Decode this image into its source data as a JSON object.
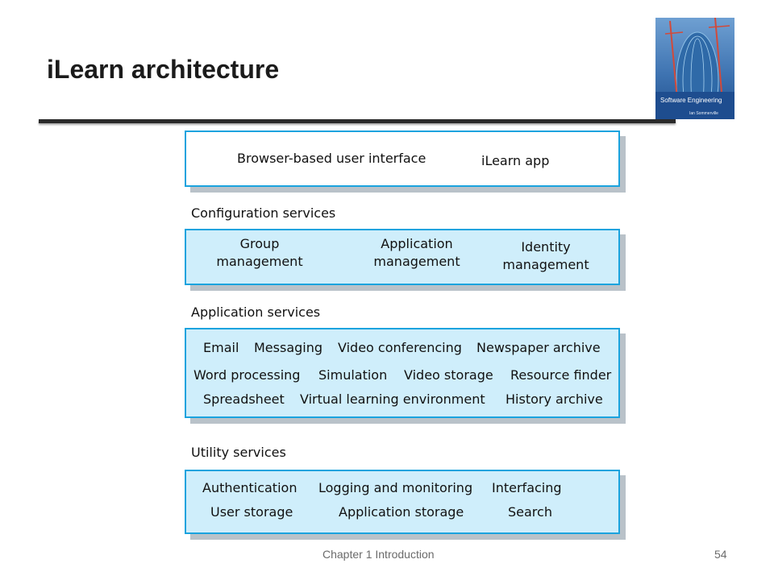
{
  "slide": {
    "title": "iLearn architecture",
    "footer": "Chapter 1 Introduction",
    "page_number": "54"
  },
  "book_cover": {
    "title": "Software Engineering",
    "author": "Ian Sommerville",
    "icon": "book-cover-image"
  },
  "diagram": {
    "top_layer": {
      "items": [
        "Browser-based user interface",
        "iLearn app"
      ]
    },
    "configuration": {
      "label": "Configuration services",
      "items": [
        "Group\nmanagement",
        "Application\nmanagement",
        "Identity\nmanagement"
      ]
    },
    "application": {
      "label": "Application services",
      "rows": [
        [
          "Email",
          "Messaging",
          "Video conferencing",
          "Newspaper archive"
        ],
        [
          "Word processing",
          "Simulation",
          "Video storage",
          "Resource finder"
        ],
        [
          "Spreadsheet",
          "Virtual learning environment",
          "History archive"
        ]
      ]
    },
    "utility": {
      "label": "Utility services",
      "rows": [
        [
          "Authentication",
          "Logging and monitoring",
          "Interfacing"
        ],
        [
          "User storage",
          "Application storage",
          "Search"
        ]
      ]
    },
    "colors": {
      "box_border": "#1aa3de",
      "box_fill": "#cfeefb",
      "box_shadow": "#b9c2c9"
    }
  }
}
